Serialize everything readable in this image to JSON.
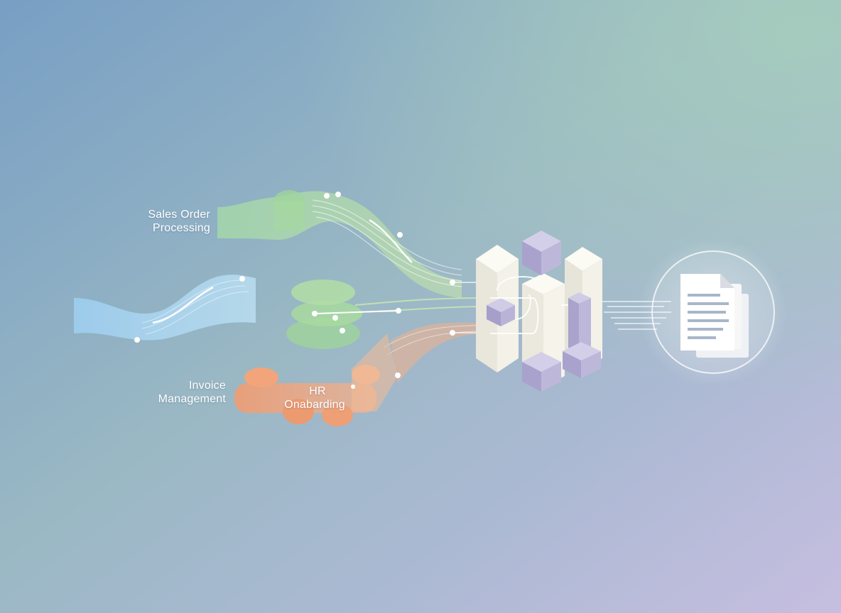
{
  "labels": {
    "sales_line1": "Sales Order",
    "sales_line2": "Processing",
    "invoice_line1": "Invoice",
    "invoice_line2": "Management",
    "hr_line1": "HR",
    "hr_line2": "Onabarding"
  },
  "colors": {
    "bg_top_left": "#7ea3c4",
    "bg_top_right": "#a3c9bf",
    "bg_bottom": "#c3bedc",
    "green_stream": "#9fd39a",
    "blue_stream": "#8fc7ee",
    "orange_stream": "#f0a27a",
    "cube_white": "#f3f1ea",
    "cube_purple": "#b9b3d6"
  },
  "icons": [
    "document-stack-icon"
  ]
}
